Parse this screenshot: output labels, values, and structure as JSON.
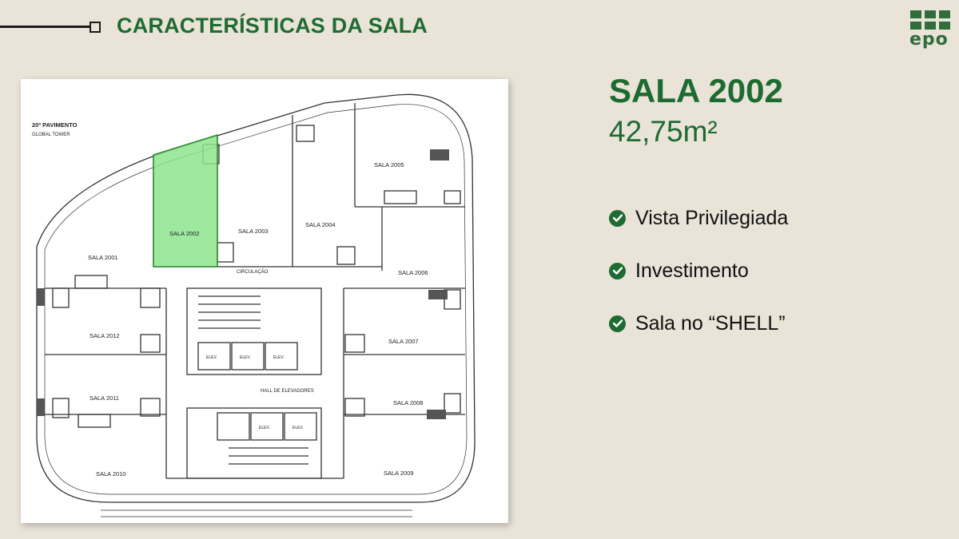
{
  "header": {
    "title": "CARACTERÍSTICAS DA SALA"
  },
  "logo": {
    "text": "epo",
    "icon": "grid-logo-icon",
    "color": "#2f6e3a"
  },
  "room": {
    "title": "SALA 2002",
    "area": "42,75m²"
  },
  "features": [
    {
      "label": "Vista Privilegiada",
      "icon": "check-circle-icon"
    },
    {
      "label": "Investimento",
      "icon": "check-circle-icon"
    },
    {
      "label": "Sala no “SHELL”",
      "icon": "check-circle-icon"
    }
  ],
  "floorplan": {
    "floor_label": "20º PAVIMENTO",
    "building_label": "GLOBAL TOWER",
    "highlight_color": "#7ee07e",
    "rooms": [
      {
        "id": "2001",
        "label": "SALA 2001"
      },
      {
        "id": "2002",
        "label": "SALA 2002",
        "highlight": true
      },
      {
        "id": "2003",
        "label": "SALA 2003"
      },
      {
        "id": "2004",
        "label": "SALA 2004"
      },
      {
        "id": "2005",
        "label": "SALA 2005"
      },
      {
        "id": "2006",
        "label": "SALA 2006"
      },
      {
        "id": "2007",
        "label": "SALA 2007"
      },
      {
        "id": "2008",
        "label": "SALA 2008"
      },
      {
        "id": "2009",
        "label": "SALA 2009"
      },
      {
        "id": "2010",
        "label": "SALA 2010"
      },
      {
        "id": "2011",
        "label": "SALA 2011"
      },
      {
        "id": "2012",
        "label": "SALA 2012"
      }
    ],
    "circulation_label": "CIRCULAÇÃO",
    "hall_label": "HALL DE ELEVADORES",
    "elevator_label": "ELEV."
  },
  "colors": {
    "accent": "#1e6b32",
    "background": "#e9e3d8"
  }
}
